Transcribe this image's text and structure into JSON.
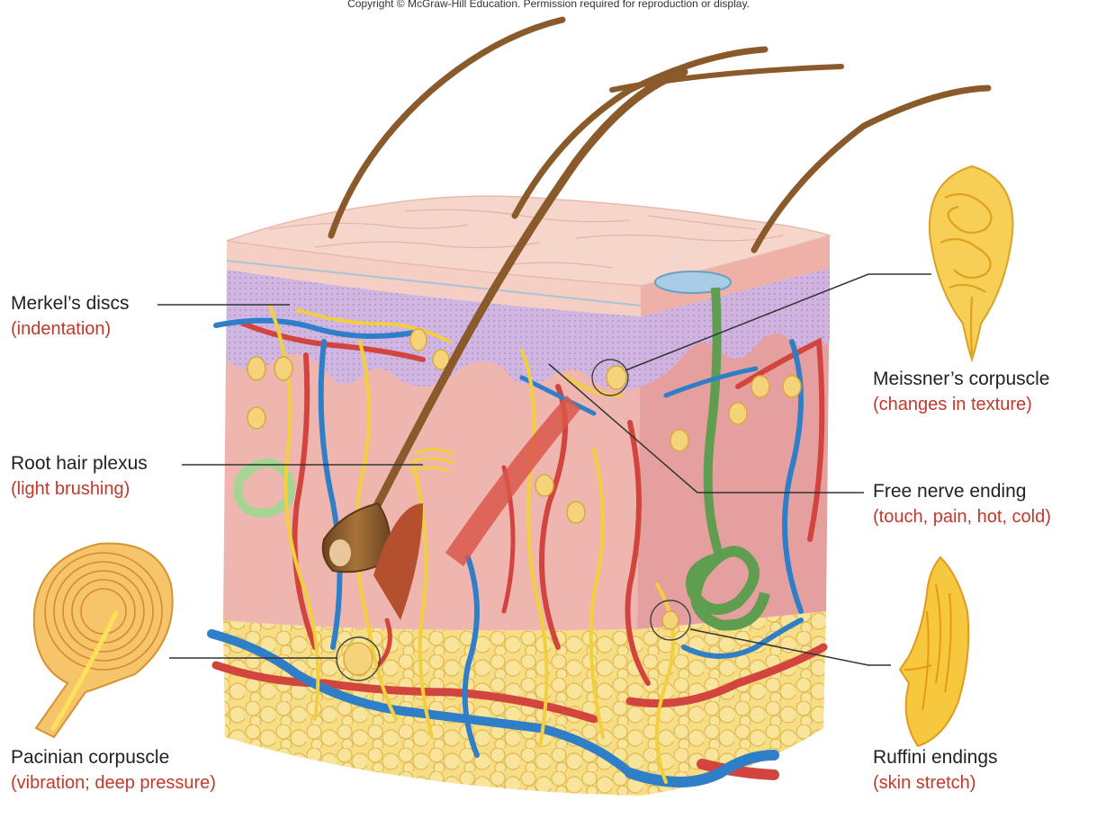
{
  "copyright": "Copyright © McGraw-Hill Education. Permission required for reproduction or display.",
  "colors": {
    "label_text": "#222222",
    "function_text": "#c0392b",
    "artery": "#d2453f",
    "vein": "#2f7fc8",
    "nerve": "#f2cf3c",
    "sweat_gland": "#6fae5c",
    "fat": "#f3d779",
    "epidermis": "#f2c5b6",
    "dermis": "#ecaaa8",
    "hair": "#8a5a2a"
  },
  "labels": {
    "merkel": {
      "name": "Merkel’s discs",
      "function": "(indentation)"
    },
    "root_hair": {
      "name": "Root hair plexus",
      "function": "(light brushing)"
    },
    "pacinian": {
      "name": "Pacinian corpuscle",
      "function": "(vibration; deep pressure)"
    },
    "meissner": {
      "name": "Meissner’s corpuscle",
      "function": "(changes in texture)"
    },
    "free": {
      "name": "Free nerve ending",
      "function": "(touch, pain, hot, cold)"
    },
    "ruffini": {
      "name": "Ruffini endings",
      "function": "(skin stretch)"
    }
  }
}
